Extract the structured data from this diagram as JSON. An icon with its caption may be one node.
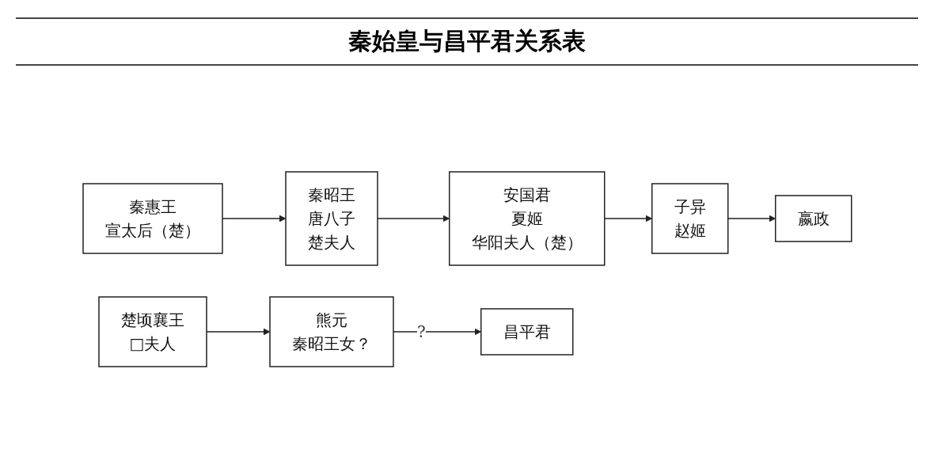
{
  "diagram": {
    "title": "秦始皇与昌平君关系表",
    "nodes": [
      {
        "text": [
          "秦惠王",
          "宣太后（楚）"
        ]
      },
      {
        "text": [
          "秦昭王",
          "唐八子",
          "楚夫人"
        ]
      },
      {
        "text": [
          "安国君",
          "夏姬",
          "华阳夫人（楚）"
        ]
      },
      {
        "text": [
          "子异",
          "赵姬"
        ]
      },
      {
        "text": [
          "嬴政"
        ]
      },
      {
        "text": [
          "楚顷襄王",
          "□夫人"
        ]
      },
      {
        "text": [
          "熊元",
          "秦昭王女？"
        ]
      },
      {
        "text": [
          "昌平君"
        ]
      }
    ],
    "edges": [
      {
        "from": 0,
        "to": 1,
        "arrow": "to"
      },
      {
        "from": 1,
        "to": 2,
        "arrow": "to"
      },
      {
        "from": 2,
        "to": 3,
        "arrow": "to"
      },
      {
        "from": 3,
        "to": 4,
        "arrow": "to"
      },
      {
        "from": 5,
        "to": 6,
        "arrow": "to"
      },
      {
        "from": 6,
        "to": 7,
        "arrow": "to",
        "label": "?"
      }
    ]
  }
}
